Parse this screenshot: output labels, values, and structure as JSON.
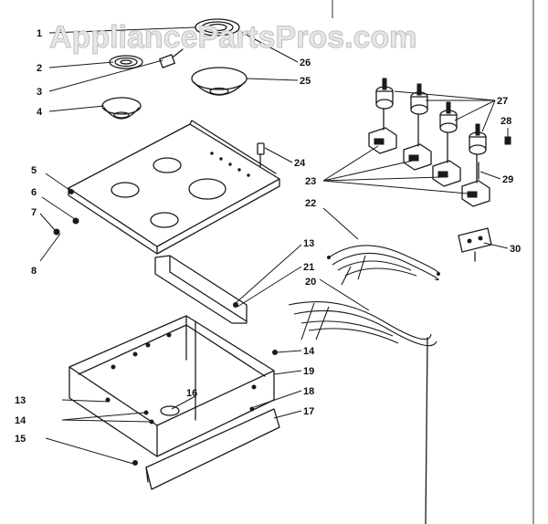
{
  "watermark": "AppliancePartsPros.com",
  "callouts": {
    "c1": "1",
    "c2": "2",
    "c3": "3",
    "c4": "4",
    "c5": "5",
    "c6": "6",
    "c7": "7",
    "c8": "8",
    "c13a": "13",
    "c13b": "13",
    "c14a": "14",
    "c14b": "14",
    "c15": "15",
    "c16": "16",
    "c17": "17",
    "c18": "18",
    "c19": "19",
    "c20": "20",
    "c21": "21",
    "c22": "22",
    "c23": "23",
    "c24": "24",
    "c25": "25",
    "c26": "26",
    "c27": "27",
    "c28": "28",
    "c29": "29",
    "c30": "30"
  }
}
